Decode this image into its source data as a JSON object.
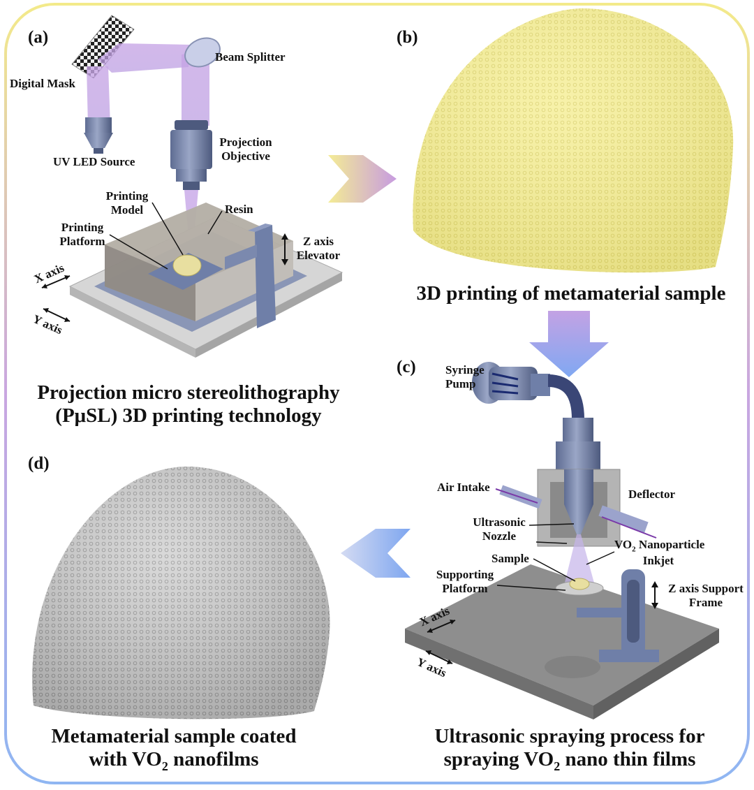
{
  "panels": {
    "a": "(a)",
    "b": "(b)",
    "c": "(c)",
    "d": "(d)"
  },
  "panel_a": {
    "digital_mask": "Digital Mask",
    "beam_splitter": "Beam Splitter",
    "uv_led_source": "UV LED Source",
    "projection_objective_1": "Projection",
    "projection_objective_2": "Objective",
    "printing_model_1": "Printing",
    "printing_model_2": "Model",
    "resin": "Resin",
    "printing_platform_1": "Printing",
    "printing_platform_2": "Platform",
    "z_axis_1": "Z axis",
    "z_axis_2": "Elevator",
    "x_axis": "X axis",
    "y_axis": "Y axis",
    "caption_1": "Projection micro stereolithography",
    "caption_2": "(PμSL) 3D printing technology"
  },
  "panel_b": {
    "caption": "3D printing of metamaterial sample"
  },
  "panel_c": {
    "syringe_1": "Syringe",
    "syringe_2": "Pump",
    "air_intake": "Air Intake",
    "deflector": "Deflector",
    "ultrasonic_1": "Ultrasonic",
    "ultrasonic_2": "Nozzle",
    "vo2_1_prefix": "VO",
    "vo2_1_sub": "2",
    "vo2_1_suffix": " Nanoparticle",
    "vo2_2": "Inkjet",
    "sample": "Sample",
    "supporting_1": "Supporting",
    "supporting_2": "Platform",
    "zsupport_1": "Z axis Support",
    "zsupport_2": "Frame",
    "x_axis": "X axis",
    "y_axis": "Y axis",
    "caption_1": "Ultrasonic spraying process for",
    "caption_2_prefix": "spraying VO",
    "caption_2_sub": "2",
    "caption_2_suffix": " nano thin films"
  },
  "panel_d": {
    "caption_1": "Metamaterial sample coated",
    "caption_2_prefix": "with VO",
    "caption_2_sub": "2",
    "caption_2_suffix": " nanofilms"
  },
  "colors": {
    "frame_top": "#f3ea8a",
    "frame_mid": "#c9a6e0",
    "frame_bottom": "#8fb6f2",
    "dome_yellow": "#f6ef9a",
    "dome_gray": "#c9c9c9",
    "device_blue": "#6f7fa8"
  }
}
